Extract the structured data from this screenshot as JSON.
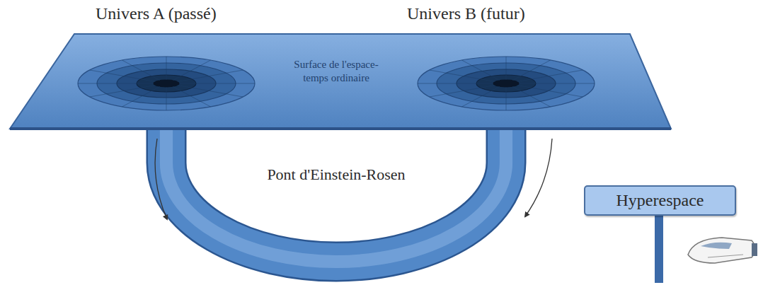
{
  "diagram": {
    "nodes": [
      {
        "text": [
          "Univers A (passé)"
        ]
      },
      {
        "text": [
          "Univers B (futur)"
        ]
      },
      {
        "text": [
          "Hyperespace"
        ]
      }
    ],
    "edges": [
      {
        "from": 0,
        "to": 1,
        "arrow": "none",
        "label": "Pont d'Einstein-Rosen"
      }
    ],
    "labels": [
      "Surface de l'espace-temps ordinaire"
    ]
  }
}
